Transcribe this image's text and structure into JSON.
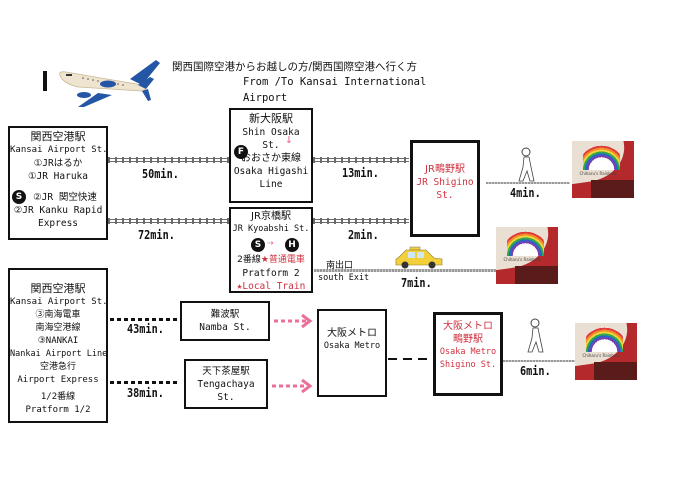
{
  "header": {
    "title_jp": "関西国際空港からお越しの方/関西国際空港へ行く方",
    "title_en_line1": "From /To Kansai International",
    "title_en_line2": "Airport"
  },
  "stations": {
    "kansai_jr": {
      "name_jp": "関西空港駅",
      "name_en": "Kansai Airport St.",
      "line1_jp": "①JRはるか",
      "line1_en": "①JR Haruka",
      "line2_badge": "S",
      "line2_jp": "②JR 関空快速",
      "line2_en": "②JR Kanku Rapid",
      "line2_en_2": "Express"
    },
    "shin_osaka": {
      "name_jp": "新大阪駅",
      "name_en": "Shin Osaka",
      "name_en_2": "St.",
      "badge": "F",
      "line_jp": "おおさか東線",
      "line_en": "Osaka Higashi",
      "line_en_2": "Line"
    },
    "kyobashi": {
      "name_jp": "JR京橋駅",
      "name_en": "JR Kyoabshi St.",
      "badge_from": "S",
      "badge_to": "H",
      "platform_jp": "2番線",
      "local_jp": "★普通電車",
      "platform_en": "Pratform 2",
      "local_en": "★Local Train"
    },
    "jr_shigino": {
      "name_jp": "JR鴫野駅",
      "name_en": "JR Shigino",
      "name_en_2": "St."
    },
    "kansai_nankai": {
      "name_jp": "関西空港駅",
      "name_en": "Kansai Airport St.",
      "line_jp": "③南海電車",
      "line_jp_2": "南海空港線",
      "line_en": "③NANKAI",
      "line_en_2": "Nankai Airport Line",
      "express_jp": "空港急行",
      "express_en": "Airport Express",
      "platform_jp": "1/2番線",
      "platform_en": "Pratform 1/2"
    },
    "namba": {
      "name_jp": "難波駅",
      "name_en": "Namba St."
    },
    "tengachaya": {
      "name_jp": "天下茶屋駅",
      "name_en": "Tengachaya",
      "name_en_2": "St."
    },
    "osaka_metro": {
      "name_jp": "大阪メトロ",
      "name_en": "Osaka Metro"
    },
    "metro_shigino": {
      "name_jp": "大阪メトロ",
      "name_jp_2": "鴫野駅",
      "name_en": "Osaka Metro",
      "name_en_2": "Shigino St."
    }
  },
  "routes": {
    "kansai_to_shinosaka": "50min.",
    "kansai_to_kyobashi": "72min.",
    "shinosaka_to_shigino": "13min.",
    "kyobashi_to_shigino": "2min.",
    "walk_jr_shigino": "4min.",
    "taxi_kyobashi": "7min.",
    "taxi_exit_jp": "南出口",
    "taxi_exit_en": "south Exit",
    "nankai_to_namba": "43min.",
    "nankai_to_tengachaya": "38min.",
    "walk_metro_shigino": "6min."
  },
  "destination": {
    "sign_text": "Chiharu's Rainbow"
  },
  "colors": {
    "accent_red": "#d0303e",
    "arrow_pink": "#ec6f97",
    "plane_blue": "#2456a6",
    "taxi_yellow": "#f3cf3a"
  }
}
